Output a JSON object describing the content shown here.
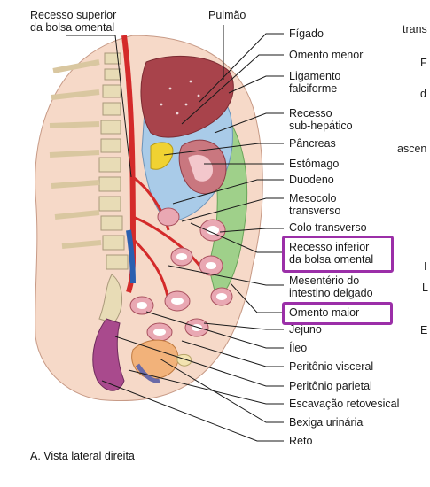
{
  "figure": {
    "caption": "A. Vista lateral direita",
    "top_labels": {
      "recess": "Recesso superior\nda bolsa omental",
      "lung": "Pulmão"
    },
    "right_labels": [
      "Fígado",
      "Omento menor",
      "Ligamento\nfalciforme",
      "Recesso\nsub-hepático",
      "Pâncreas",
      "Estômago",
      "Duodeno",
      "Mesocolo\ntransverso",
      "Colo transverso",
      "Recesso inferior\nda bolsa omental",
      "Mesentério do\nintestino delgado",
      "Omento maior",
      "Jejuno",
      "Íleo",
      "Peritônio visceral",
      "Peritônio parietal",
      "Escavação retovesical",
      "Bexiga urinária",
      "Reto"
    ],
    "cut_text": [
      "trans",
      "F",
      "d",
      "ascen",
      "I",
      "L",
      "E"
    ],
    "highlight_color": "#9b2fa8"
  }
}
